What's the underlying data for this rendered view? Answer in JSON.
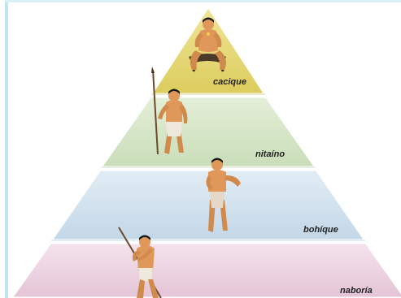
{
  "tiers": [
    {
      "label": "cacique",
      "color": "#e6d97a",
      "figure": "cacique-figure-seated-icon"
    },
    {
      "label": "nitaíno",
      "color": "#d4e6c6",
      "figure": "nitaino-warrior-with-spear-icon"
    },
    {
      "label": "bohíque",
      "color": "#cfe0ec",
      "figure": "bohique-shaman-figure-icon"
    },
    {
      "label": "naboría",
      "color": "#ecd3e1",
      "figure": "naboria-worker-with-digging-stick-icon"
    }
  ]
}
